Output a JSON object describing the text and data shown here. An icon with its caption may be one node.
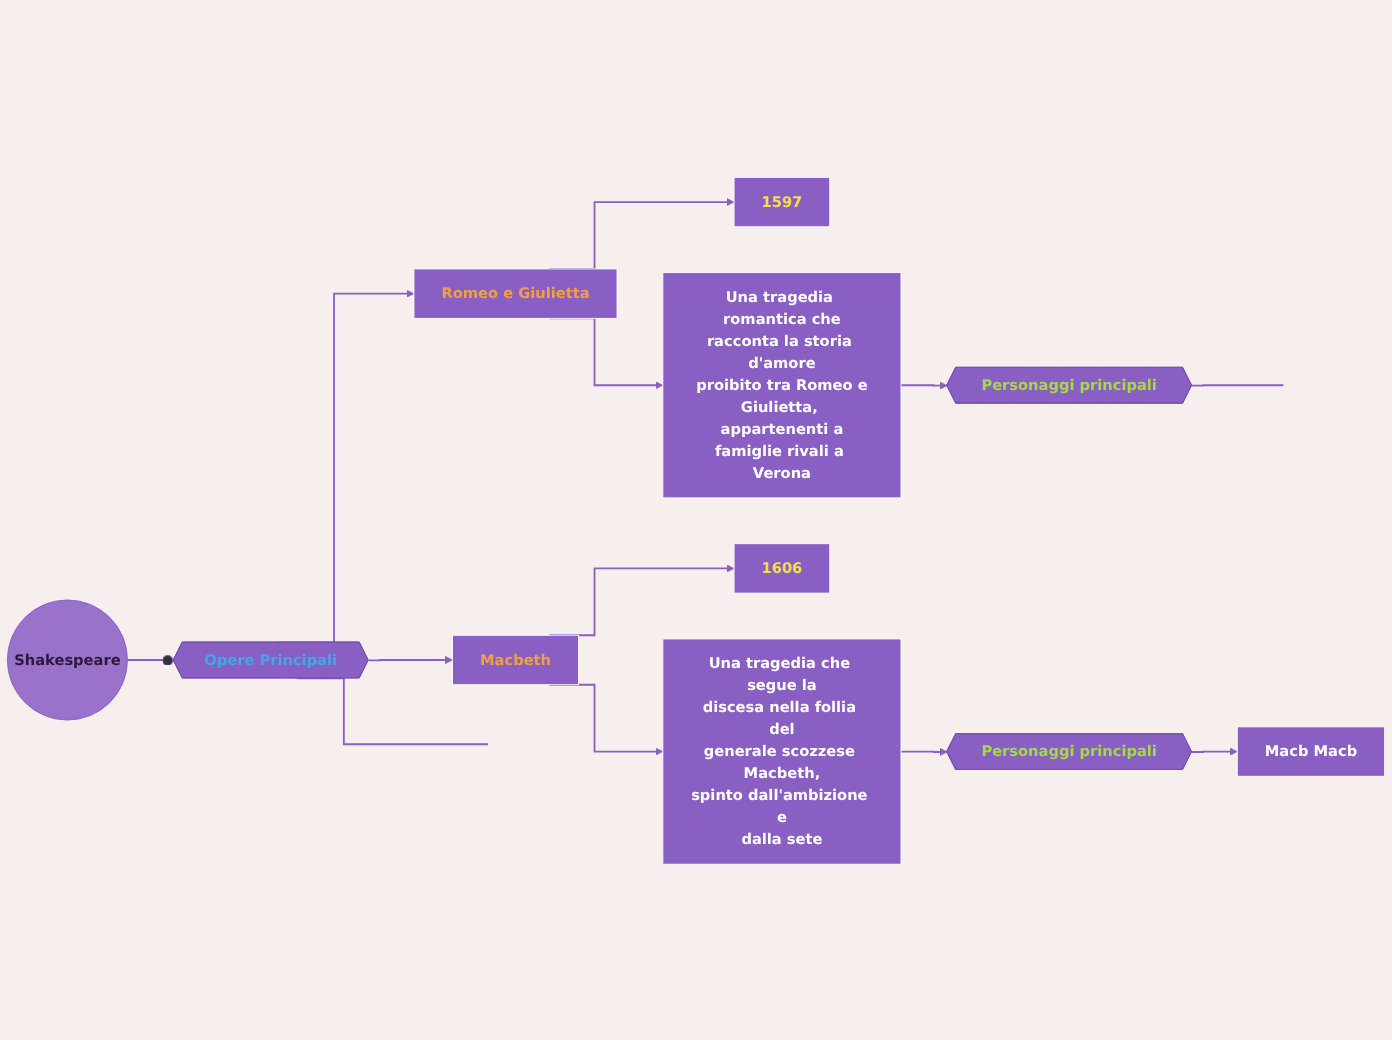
{
  "diagram": {
    "nodes": [
      {
        "text": [
          "Shakespeare"
        ]
      },
      {
        "text": [
          "Opere Principali"
        ]
      },
      {
        "text": [
          "Romeo e Giulietta"
        ]
      },
      {
        "text": [
          "1597"
        ]
      },
      {
        "text": [
          "Una tragedia romantica che racconta la storia d'amore proibito tra Romeo e Giulietta, appartenenti a famiglie rivali a Verona"
        ]
      },
      {
        "text": [
          "Personaggi principali"
        ]
      },
      {
        "text": [
          "Macbeth"
        ]
      },
      {
        "text": [
          "1606"
        ]
      },
      {
        "text": [
          "Una tragedia che segue la discesa nella follia del generale scozzese Macbeth, spinto dall'ambizione e dalla sete"
        ]
      },
      {
        "text": [
          "Personaggi principali"
        ]
      },
      {
        "text": [
          "Macb Macb"
        ]
      }
    ],
    "edges": [
      {
        "from": 0,
        "to": 1,
        "arrow": "other"
      },
      {
        "from": 1,
        "to": 2,
        "arrow": "to"
      },
      {
        "from": 2,
        "to": 3,
        "arrow": "to"
      },
      {
        "from": 2,
        "to": 4,
        "arrow": "to"
      },
      {
        "from": 4,
        "to": 5,
        "arrow": "to"
      },
      {
        "from": 5,
        "to": null,
        "arrow": "none"
      },
      {
        "from": 1,
        "to": 6,
        "arrow": "to"
      },
      {
        "from": 6,
        "to": 7,
        "arrow": "to"
      },
      {
        "from": 6,
        "to": 8,
        "arrow": "to"
      },
      {
        "from": 8,
        "to": 9,
        "arrow": "to"
      },
      {
        "from": 9,
        "to": 10,
        "arrow": "to"
      },
      {
        "from": 1,
        "to": null,
        "arrow": "none"
      }
    ]
  }
}
